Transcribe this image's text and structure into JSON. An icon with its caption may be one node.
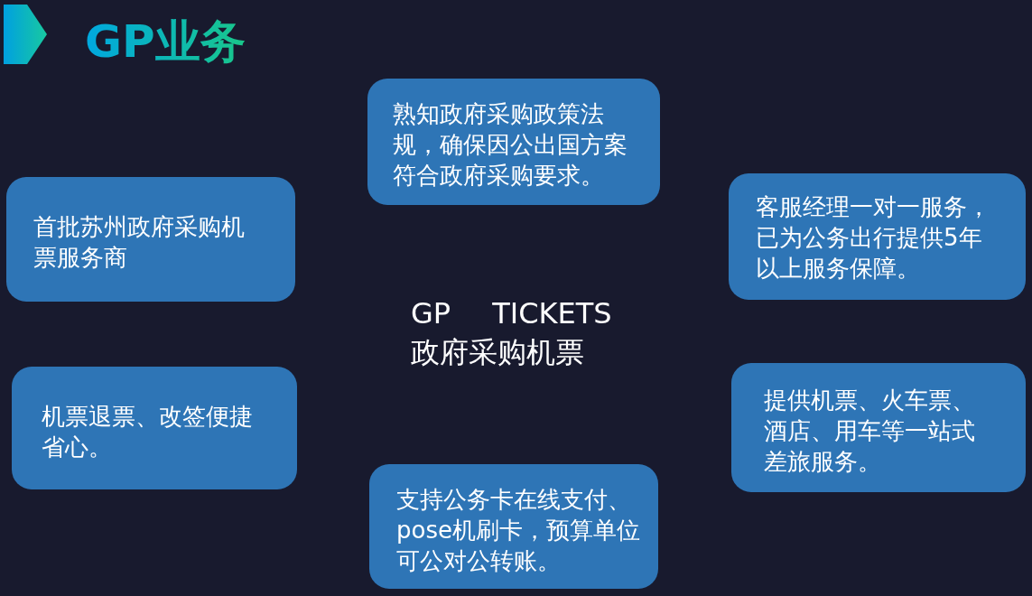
{
  "diagram": {
    "title": "GP业务",
    "nodes": [
      {
        "text": [
          "熟知政府采购政策法规，确保因公出国方案符合政府采购要求。"
        ]
      },
      {
        "text": [
          "首批苏州政府采购机票服务商"
        ]
      },
      {
        "text": [
          "客服经理一对一服务，已为公务出行提供5年以上服务保障。"
        ]
      },
      {
        "text": [
          "机票退票、改签便捷省心。"
        ]
      },
      {
        "text": [
          "提供机票、火车票、酒店、用车等一站式差旅服务。"
        ]
      },
      {
        "text": [
          "支持公务卡在线支付、pose机刷卡，预算单位可公对公转账。"
        ]
      }
    ],
    "labels": [
      "GP TICKETS",
      "政府采购机票"
    ]
  }
}
